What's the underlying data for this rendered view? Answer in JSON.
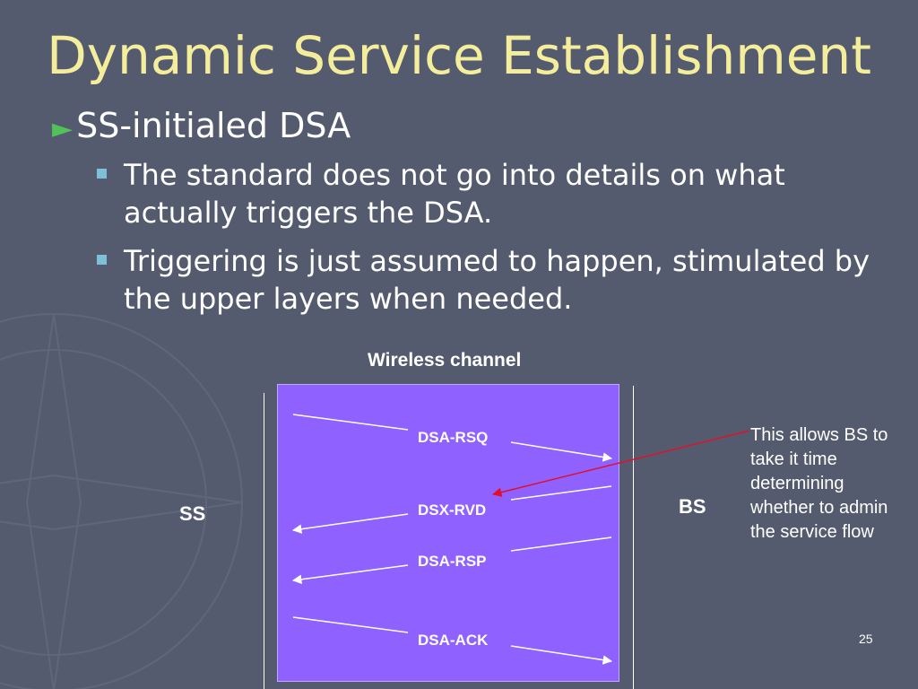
{
  "slide": {
    "title": "Dynamic Service Establishment",
    "bullet": "SS-initialed DSA",
    "subbullets": [
      "The standard does not go into details on what actually triggers the DSA.",
      "Triggering is just assumed to happen, stimulated by the upper layers when needed."
    ],
    "page_number": "25"
  },
  "diagram": {
    "channel_label": "Wireless channel",
    "left_node": "SS",
    "right_node": "BS",
    "messages": [
      "DSA-RSQ",
      "DSX-RVD",
      "DSA-RSP",
      "DSA-ACK"
    ],
    "note": "This allows BS to take it time determining whether to admin the service flow",
    "colors": {
      "background": "#555b6e",
      "title": "#f4ee9c",
      "channel": "#8f61ff",
      "note_arrow": "#e0102c",
      "bullet_arrow": "#52c15a"
    }
  }
}
